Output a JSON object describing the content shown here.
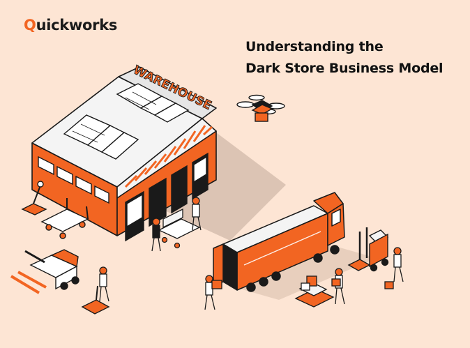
{
  "brand": {
    "logo_first": "Q",
    "logo_rest": "uickworks"
  },
  "headline": {
    "line1": "Understanding the",
    "line2": "Dark Store Business Model"
  },
  "illustration": {
    "sign_text": "WAREHOUSE"
  },
  "colors": {
    "background": "#fde5d4",
    "accent": "#f26522",
    "outline": "#1a1a1a",
    "roof": "#f4f4f4",
    "shadow": "#dcc4b4"
  }
}
